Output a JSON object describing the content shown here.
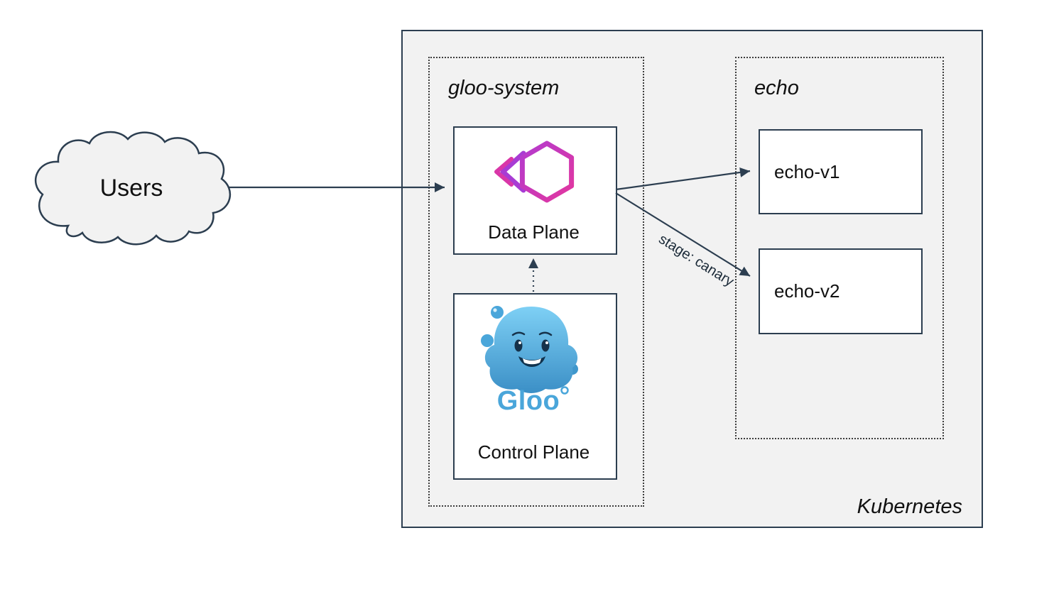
{
  "diagram": {
    "users": {
      "label": "Users"
    },
    "kubernetes": {
      "label": "Kubernetes"
    },
    "namespaces": {
      "gloo_system": {
        "label": "gloo-system"
      },
      "echo": {
        "label": "echo"
      }
    },
    "nodes": {
      "data_plane": {
        "label": "Data Plane"
      },
      "control_plane": {
        "label": "Control Plane",
        "logo_text": "Gloo"
      },
      "echo_v1": {
        "label": "echo-v1"
      },
      "echo_v2": {
        "label": "echo-v2"
      }
    },
    "edges": {
      "canary_label": "stage: canary"
    },
    "icons": {
      "gateway": "gloo-gateway-icon",
      "mascot": "gloo-mascot-icon",
      "users_cloud": "users-cloud-shape"
    },
    "colors": {
      "outline": "#2c3e50",
      "kubernetes_bg": "#f2f2f2",
      "node_bg": "#ffffff",
      "gateway_pink": "#d936a8",
      "gateway_purple": "#a83bd4",
      "gloo_blue": "#4aa6da"
    }
  }
}
